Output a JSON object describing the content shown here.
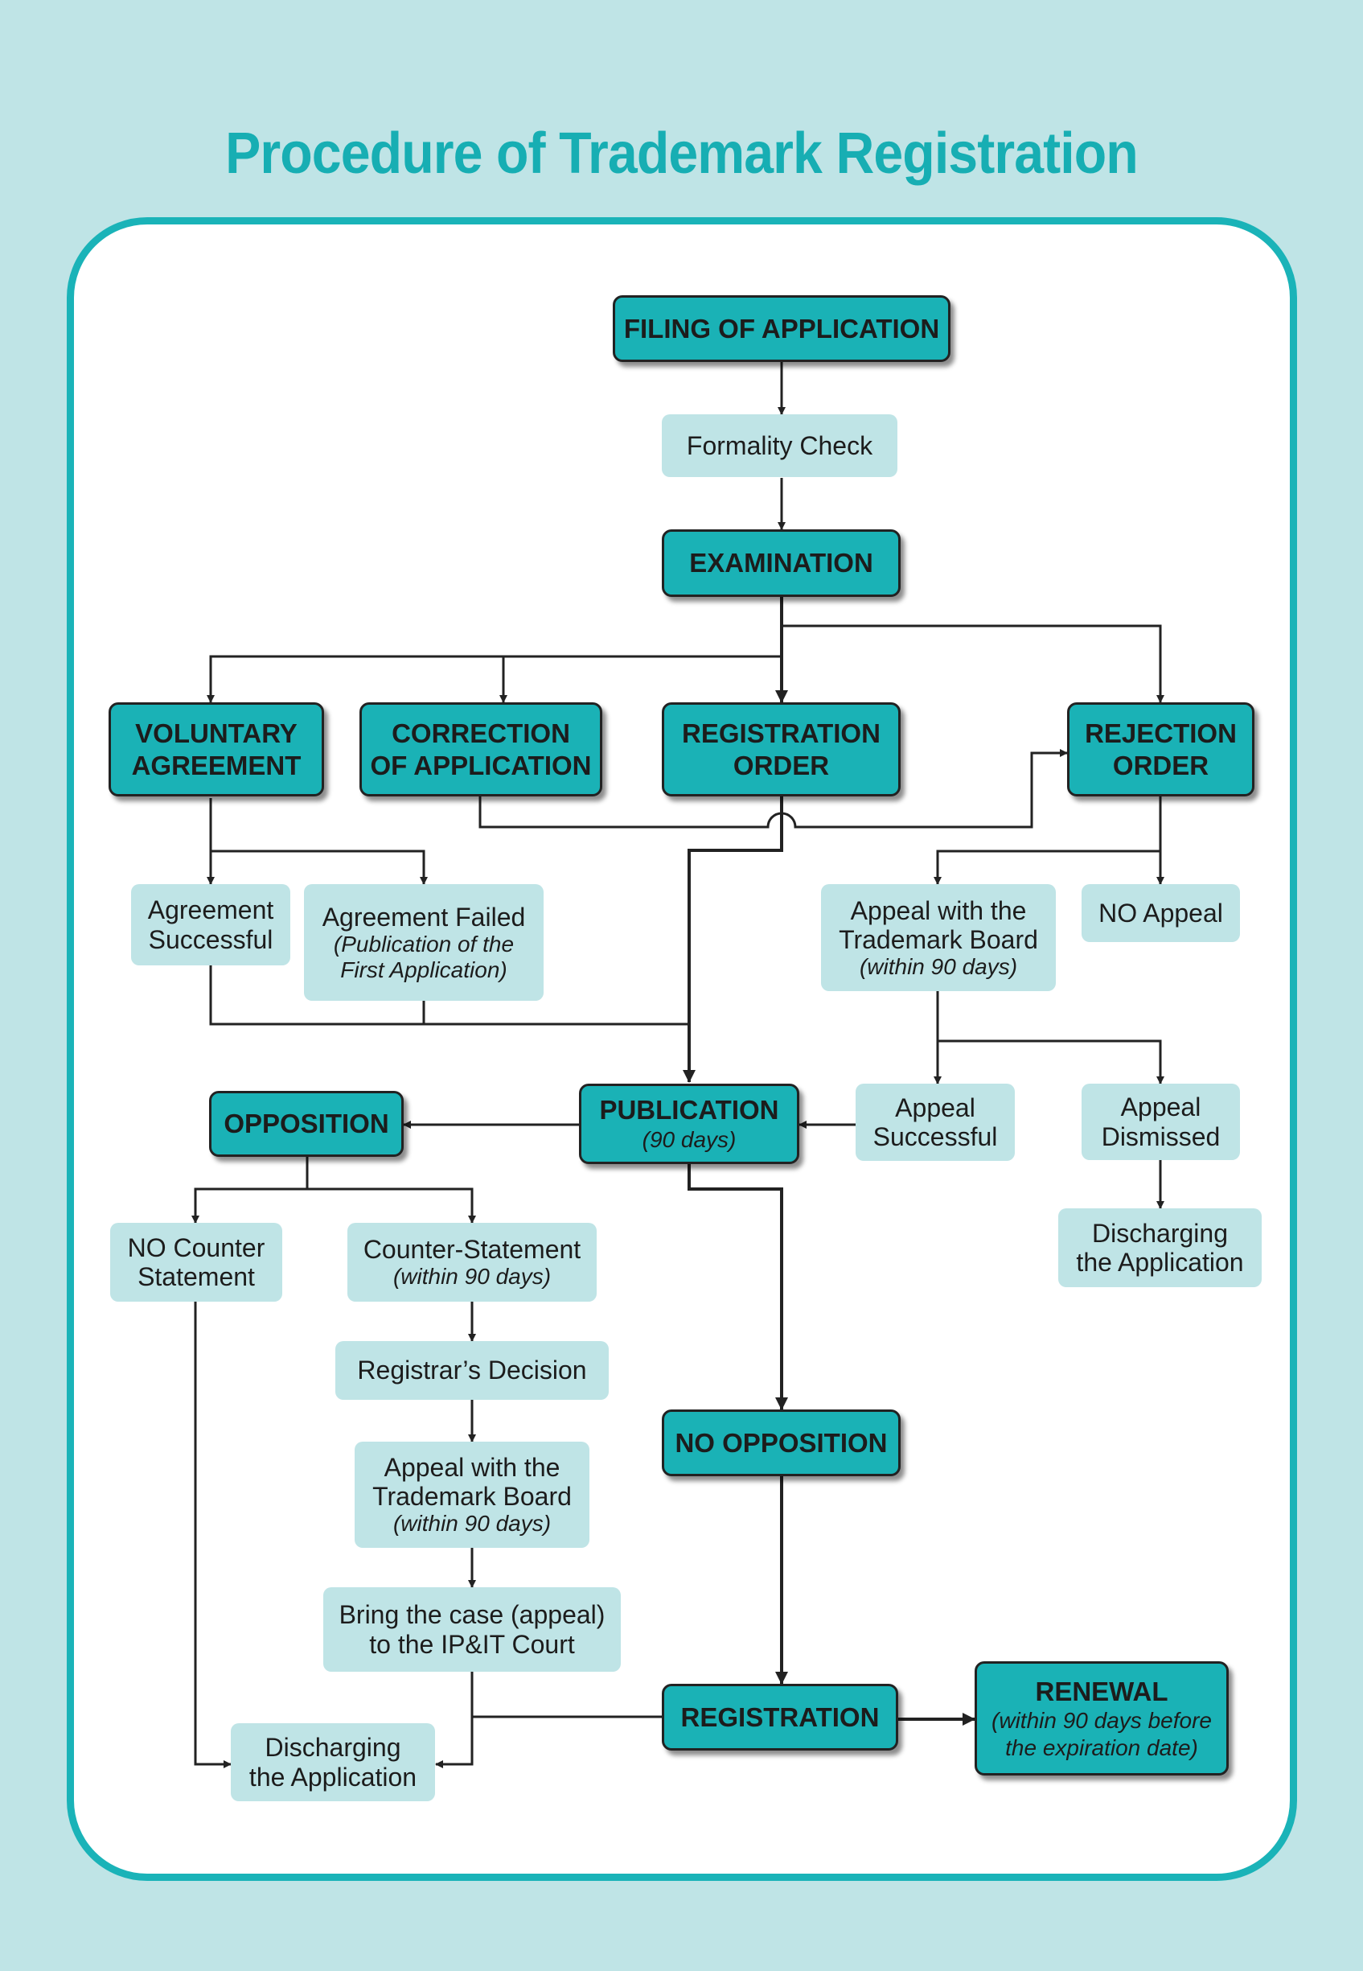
{
  "title": "Procedure of Trademark Registration",
  "colors": {
    "background": "#bfe4e6",
    "accent": "#1ab2b6",
    "title": "#17aeb3",
    "panel": "#ffffff"
  },
  "nodes": {
    "filing": {
      "line1": "FILING OF APPLICATION"
    },
    "formality": {
      "line1": "Formality Check"
    },
    "examination": {
      "line1": "EXAMINATION"
    },
    "voluntary": {
      "line1": "VOLUNTARY",
      "line2": "AGREEMENT"
    },
    "correction": {
      "line1": "CORRECTION",
      "line2": "OF APPLICATION"
    },
    "registration_order": {
      "line1": "REGISTRATION",
      "line2": "ORDER"
    },
    "rejection": {
      "line1": "REJECTION",
      "line2": "ORDER"
    },
    "agreement_success": {
      "line1": "Agreement",
      "line2": "Successful"
    },
    "agreement_failed": {
      "line1": "Agreement Failed",
      "sub1": "(Publication of the",
      "sub2": "First Application)"
    },
    "appeal_board_1": {
      "line1": "Appeal with the",
      "line2": "Trademark Board",
      "sub1": "(within 90 days)"
    },
    "no_appeal": {
      "line1": "NO Appeal"
    },
    "opposition": {
      "line1": "OPPOSITION"
    },
    "publication": {
      "line1": "PUBLICATION",
      "sub1": "(90 days)"
    },
    "appeal_successful": {
      "line1": "Appeal",
      "line2": "Successful"
    },
    "appeal_dismissed": {
      "line1": "Appeal",
      "line2": "Dismissed"
    },
    "discharging_right": {
      "line1": "Discharging",
      "line2": "the Application"
    },
    "no_counter": {
      "line1": "NO Counter",
      "line2": "Statement"
    },
    "counter_statement": {
      "line1": "Counter-Statement",
      "sub1": "(within 90 days)"
    },
    "registrar_decision": {
      "line1": "Registrar’s Decision"
    },
    "appeal_board_2": {
      "line1": "Appeal with the",
      "line2": "Trademark Board",
      "sub1": "(within 90 days)"
    },
    "bring_case": {
      "line1": "Bring the case (appeal)",
      "line2": "to the IP&IT Court"
    },
    "no_opposition": {
      "line1": "NO OPPOSITION"
    },
    "registration": {
      "line1": "REGISTRATION"
    },
    "renewal": {
      "line1": "RENEWAL",
      "sub1": "(within 90 days before",
      "sub2": "the expiration date)"
    },
    "discharging_left": {
      "line1": "Discharging",
      "line2": "the Application"
    }
  }
}
